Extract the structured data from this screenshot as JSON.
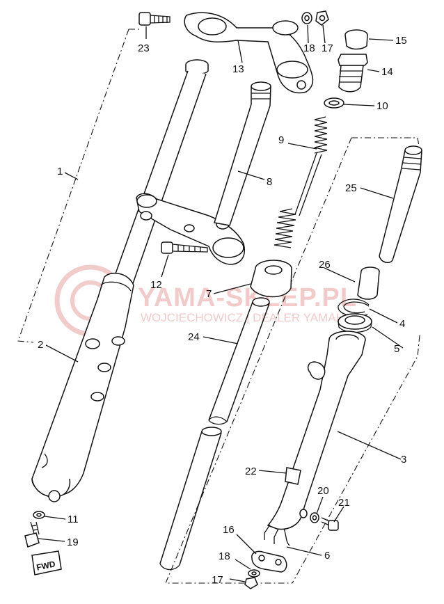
{
  "watermark": {
    "brand": "YAMA-SKLEP.PL",
    "subtitle": "WOJCIECHOWICZ | DEALER YAMAHA",
    "color": "#e8a0a0"
  },
  "fwd_badge": "FWD",
  "callouts": [
    "1",
    "2",
    "3",
    "4",
    "5",
    "6",
    "7",
    "8",
    "9",
    "10",
    "11",
    "12",
    "13",
    "14",
    "15",
    "16",
    "17",
    "17",
    "18",
    "18",
    "19",
    "20",
    "21",
    "22",
    "23",
    "24",
    "25",
    "26"
  ]
}
